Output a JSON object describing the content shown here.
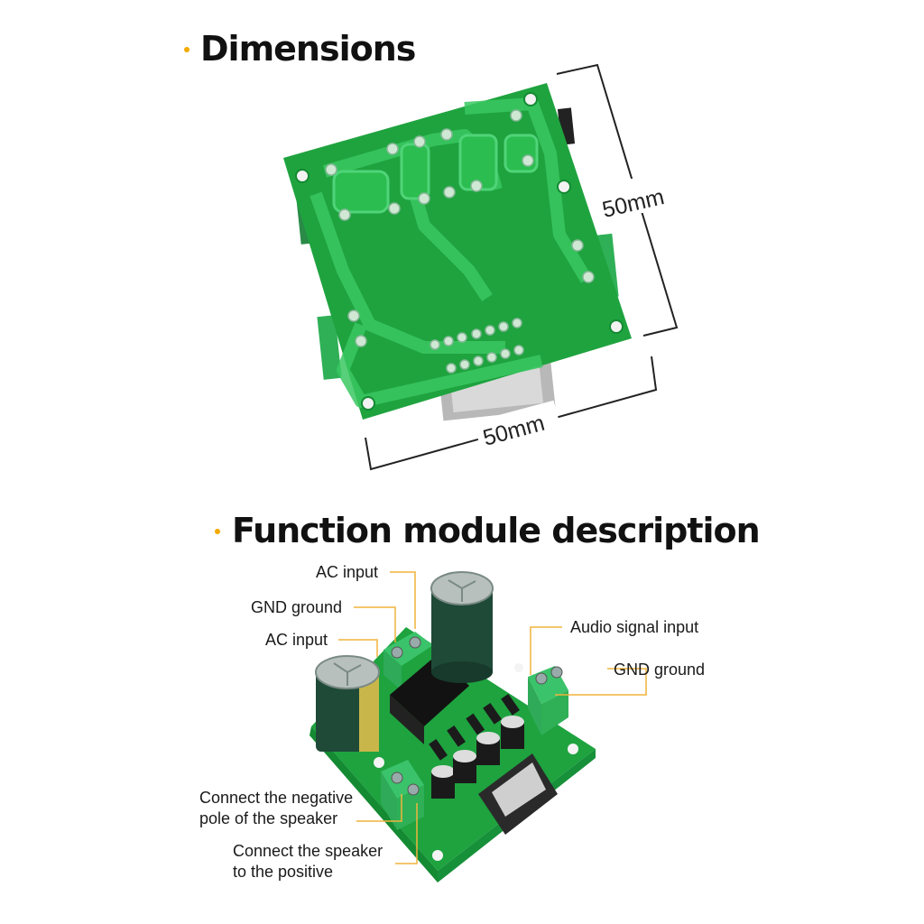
{
  "sections": {
    "dimensions_title": "Dimensions",
    "function_title": "Function module description"
  },
  "dimensions": {
    "height_label": "50mm",
    "width_label": "50mm"
  },
  "callouts": {
    "ac_input_top": "AC input",
    "gnd_ground_left": "GND ground",
    "ac_input_bottom": "AC input",
    "audio_signal_input": "Audio signal input",
    "gnd_ground_right": "GND ground",
    "speaker_negative_line1": "Connect the negative",
    "speaker_negative_line2": "pole of the speaker",
    "speaker_positive_line1": "Connect the speaker",
    "speaker_positive_line2": "to the positive"
  },
  "colors": {
    "pcb_green": "#1fa33f",
    "pcb_trace": "#2bbd4f",
    "accent_bullet": "#f2a900",
    "callout_line": "#f0b43c",
    "terminal_green": "#3ac36a",
    "capacitor": "#1f4a38"
  }
}
